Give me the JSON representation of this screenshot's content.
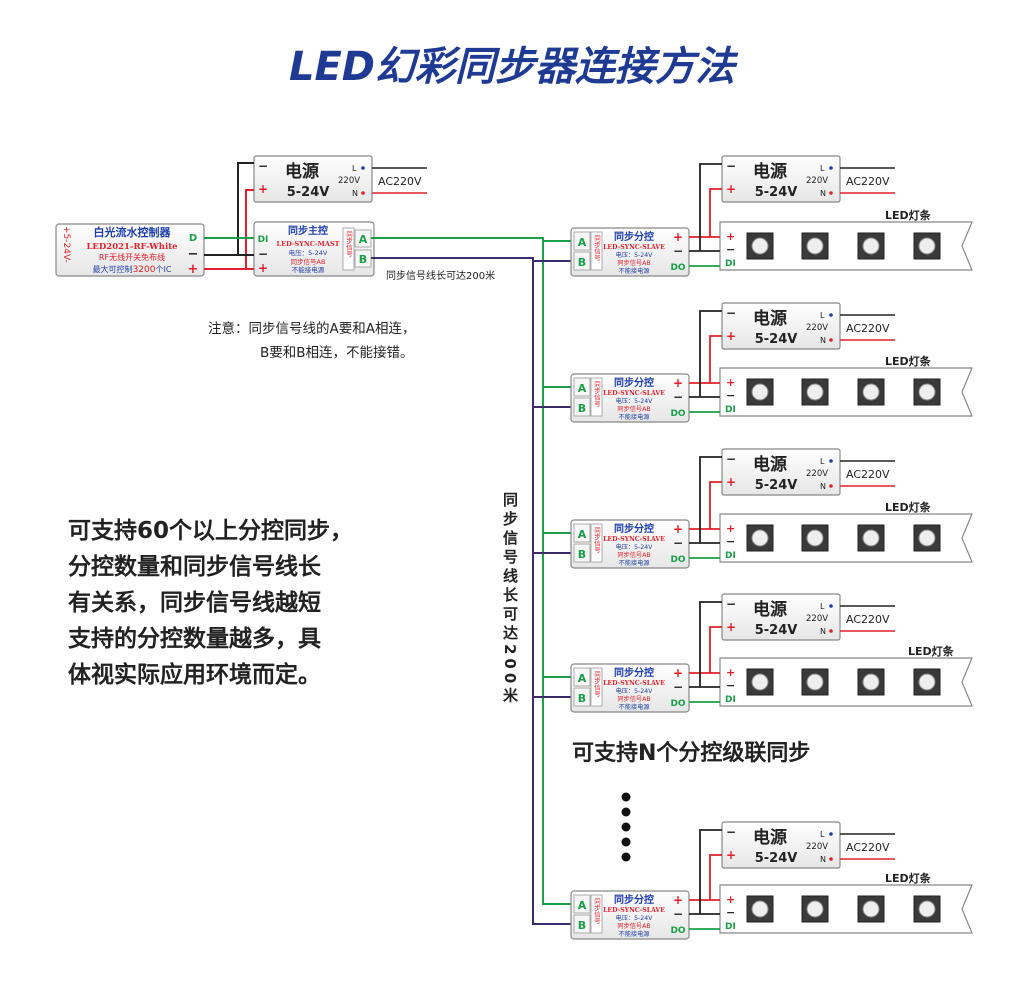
{
  "title": "LED幻彩同步器连接方法",
  "psu": {
    "name": "电源",
    "volt": "5-24V",
    "ac_in": "220V",
    "ac_label": "AC220V",
    "l": "L",
    "n": "N",
    "plus": "+",
    "minus": "−"
  },
  "controller": {
    "title": "白光流水控制器",
    "model": "LED2021-RF-White",
    "line1": "RF无线开关免布线",
    "line2a": "最大可控制",
    "line2b": "3200",
    "line2c": "个IC",
    "side": "+5-24V-",
    "d": "D",
    "plus": "+",
    "minus": "−"
  },
  "master": {
    "title": "同步主控",
    "model": "LED-SYNC-MAST",
    "volt": "电压：5-24V",
    "note1": "同步信号AB",
    "note2": "不能接电源",
    "side": "同步信号",
    "a": "A",
    "b": "B",
    "di": "DI",
    "minus": "−",
    "plus": "+"
  },
  "slave": {
    "title": "同步分控",
    "model": "LED-SYNC-SLAVE",
    "volt": "电压：5-24V",
    "note1": "同步信号AB",
    "note2": "不能接电源",
    "side": "同步信号",
    "a": "A",
    "b": "B",
    "do": "DO",
    "plus": "+",
    "minus": "−"
  },
  "strip": {
    "label": "LED灯条",
    "di": "DI",
    "plus": "+",
    "minus": "−"
  },
  "sync_len_horizontal": "同步信号线长可达200米",
  "sync_len_vertical": "同步信号线长可达200米",
  "note_line1": "注意：同步信号线的A要和A相连，",
  "note_line2": "B要和B相连，不能接错。",
  "support_text": [
    "可支持60个以上分控同步，",
    "分控数量和同步信号线长",
    "有关系，同步信号线越短",
    "支持的分控数量越多，具",
    "体视实际应用环境而定。"
  ],
  "cascade": "可支持N个分控级联同步",
  "colors": {
    "title": "#1f3a93",
    "red": "#e0202a",
    "green": "#1a9e48",
    "blue": "#1f3fa8",
    "purple": "#3a2c6e",
    "wire_black": "#222222",
    "gray_box": "#f2f2f2",
    "border": "#777777"
  }
}
